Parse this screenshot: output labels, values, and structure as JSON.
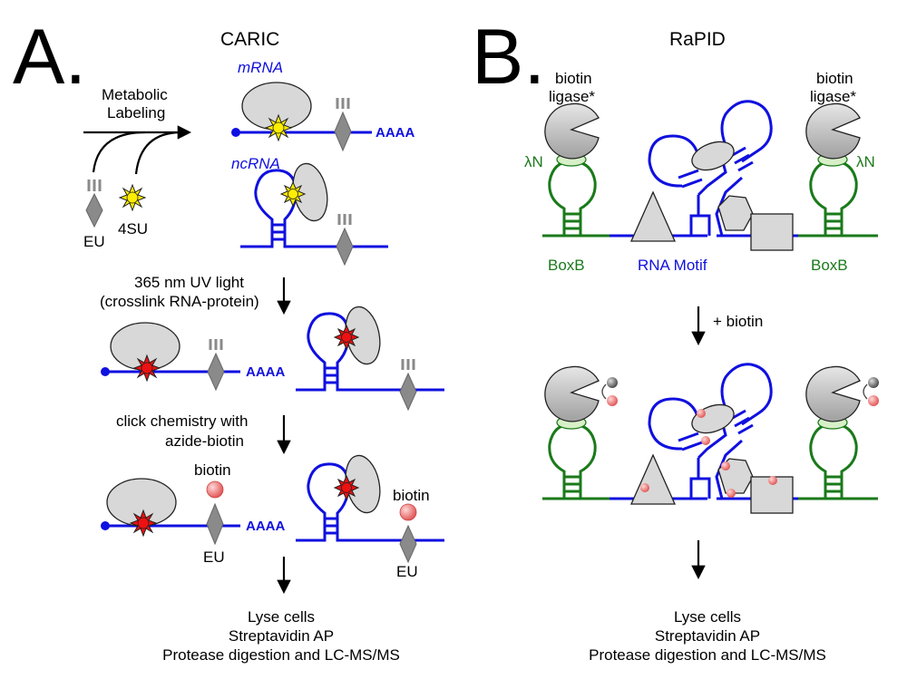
{
  "panel_a": {
    "letter": "A.",
    "title": "CARIC",
    "mrna_label": "mRNA",
    "ncrna_label": "ncRNA",
    "polya": "AAAA",
    "metabolic_label_1": "Metabolic",
    "metabolic_label_2": "Labeling",
    "eu_label": "EU",
    "su_label": "4SU",
    "uv_label_1": "365 nm UV light",
    "uv_label_2": "(crosslink RNA-protein)",
    "click_label_1": "click chemistry with",
    "click_label_2": "azide-biotin",
    "biotin_label": "biotin",
    "final_1": "Lyse cells",
    "final_2": "Streptavidin AP",
    "final_3": "Protease digestion and LC-MS/MS"
  },
  "panel_b": {
    "letter": "B.",
    "title": "RaPID",
    "ligase_1": "biotin",
    "ligase_2": "ligase*",
    "lambda_n": "λN",
    "boxb": "BoxB",
    "rna_motif": "RNA Motif",
    "plus_biotin": "+ biotin",
    "final_1": "Lyse cells",
    "final_2": "Streptavidin AP",
    "final_3": "Protease digestion and LC-MS/MS"
  },
  "colors": {
    "rna": "#1010e0",
    "boxb": "#1a7a1a",
    "protein": "#d8d8d8",
    "star_yellow": "#ffee00",
    "star_red": "#ee1111",
    "biotin": "#f08080"
  }
}
